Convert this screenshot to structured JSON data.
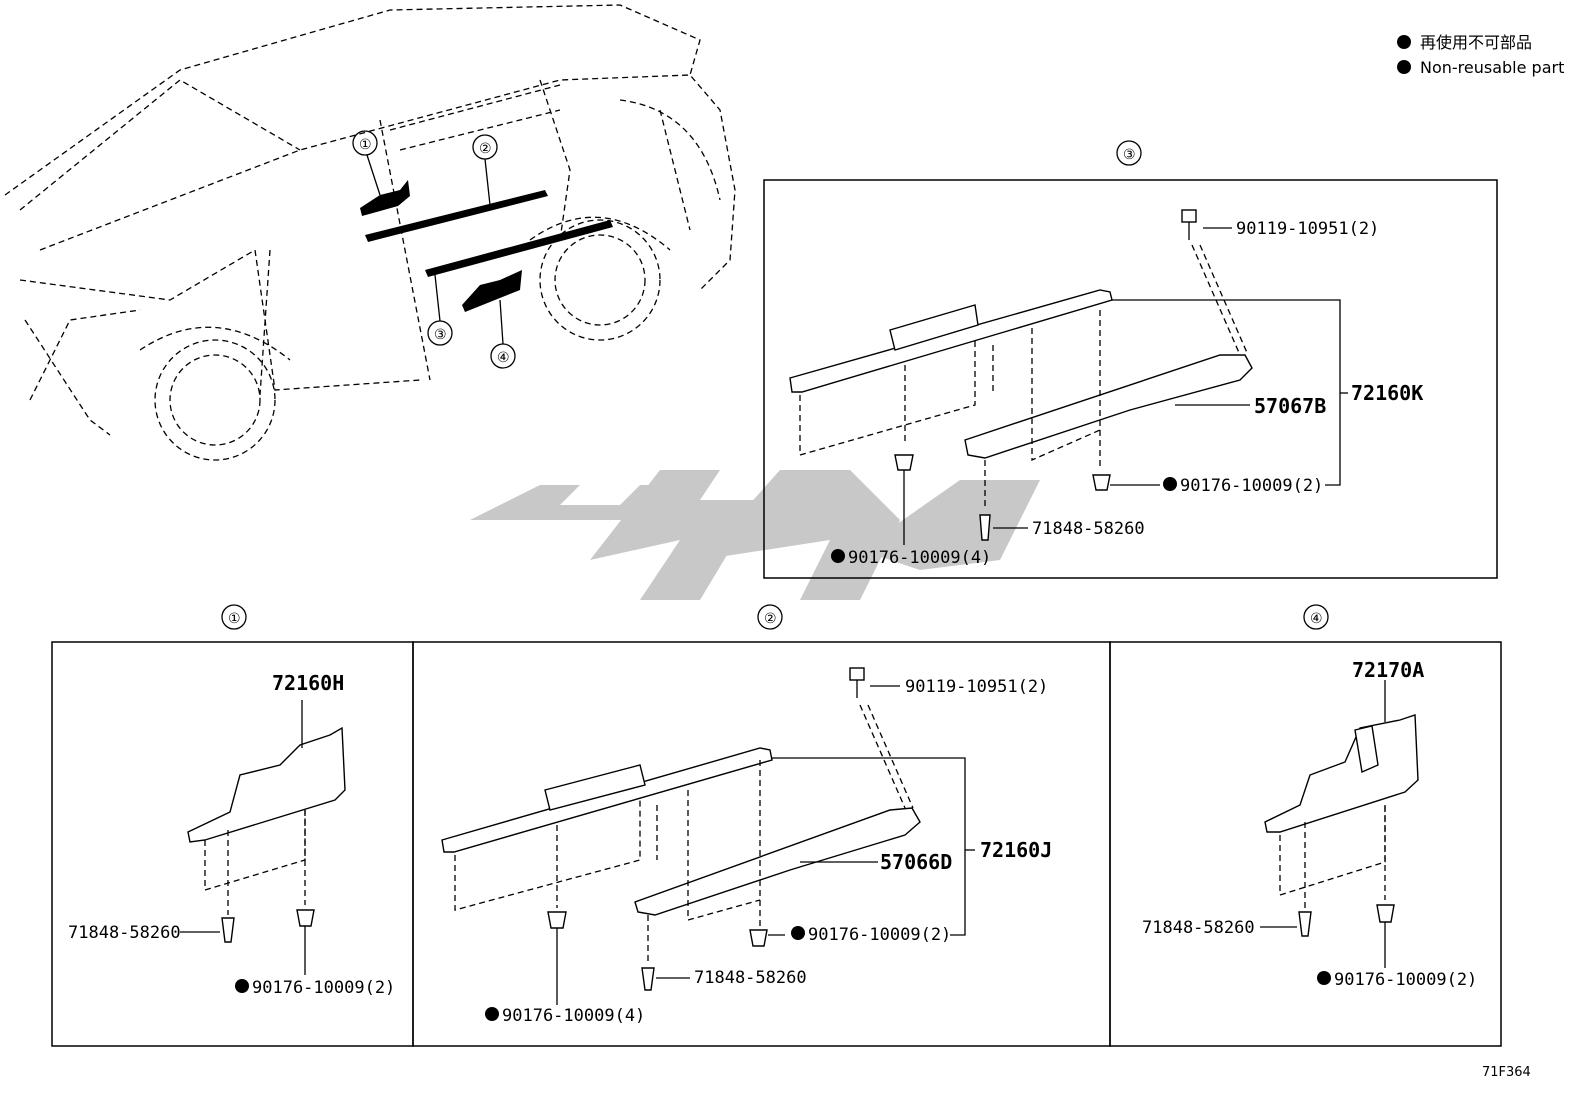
{
  "legend": {
    "line1": "再使用不可部品",
    "line2": "Non-reusable part"
  },
  "diagram_code": "71F364",
  "callouts": [
    "①",
    "②",
    "③",
    "④"
  ],
  "panel3": {
    "marker": "③",
    "bolt": "90119-10951(2)",
    "assy": "72160K",
    "cover": "57067B",
    "clip_small": "90176-10009(2)",
    "clip_large": "90176-10009(4)",
    "pin": "71848-58260"
  },
  "panel1": {
    "marker": "①",
    "assy": "72160H",
    "pin": "71848-58260",
    "clip": "90176-10009(2)"
  },
  "panel2": {
    "marker": "②",
    "bolt": "90119-10951(2)",
    "assy": "72160J",
    "cover": "57066D",
    "clip_small": "90176-10009(2)",
    "clip_large": "90176-10009(4)",
    "pin": "71848-58260"
  },
  "panel4": {
    "marker": "④",
    "assy": "72170A",
    "pin": "71848-58260",
    "clip": "90176-10009(2)"
  }
}
